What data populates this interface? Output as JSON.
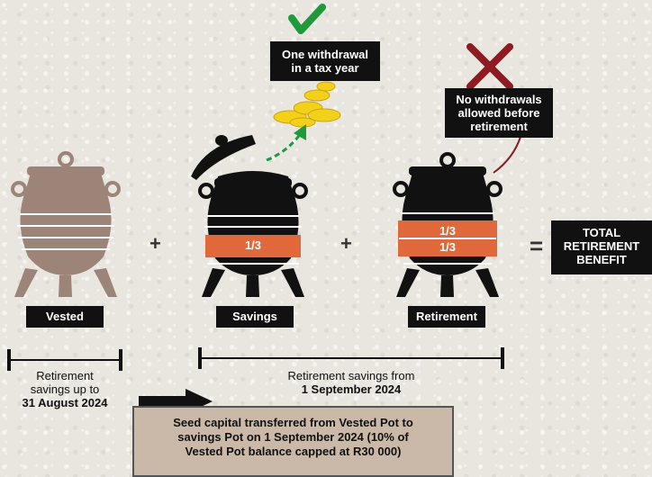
{
  "pots": {
    "vested": {
      "label": "Vested"
    },
    "savings": {
      "label": "Savings",
      "fraction": "1/3"
    },
    "retirement": {
      "label": "Retirement",
      "fraction_top": "1/3",
      "fraction_bottom": "1/3"
    }
  },
  "operators": {
    "plus": "+",
    "equals": "="
  },
  "callouts": {
    "withdrawal": [
      "One withdrawal",
      "in a tax year"
    ],
    "no_withdrawal": [
      "No withdrawals",
      "allowed before",
      "retirement"
    ]
  },
  "total": [
    "TOTAL",
    "RETIREMENT",
    "BENEFIT"
  ],
  "periods": {
    "before": {
      "lines": [
        "Retirement",
        "savings up to"
      ],
      "date": "31 August 2024"
    },
    "after": {
      "line": "Retirement savings from",
      "date": "1 September 2024"
    }
  },
  "seed": [
    "Seed capital transferred from Vested Pot to",
    "savings Pot on 1 September 2024 (10% of",
    "Vested Pot balance capped at R30 000)"
  ],
  "colors": {
    "vested_pot": "#9c8478",
    "pot_black": "#111111",
    "band_orange": "#e0683a",
    "check_green": "#1f9a3a",
    "cross_red": "#8e1b22",
    "coin_yellow": "#f3d11a"
  }
}
